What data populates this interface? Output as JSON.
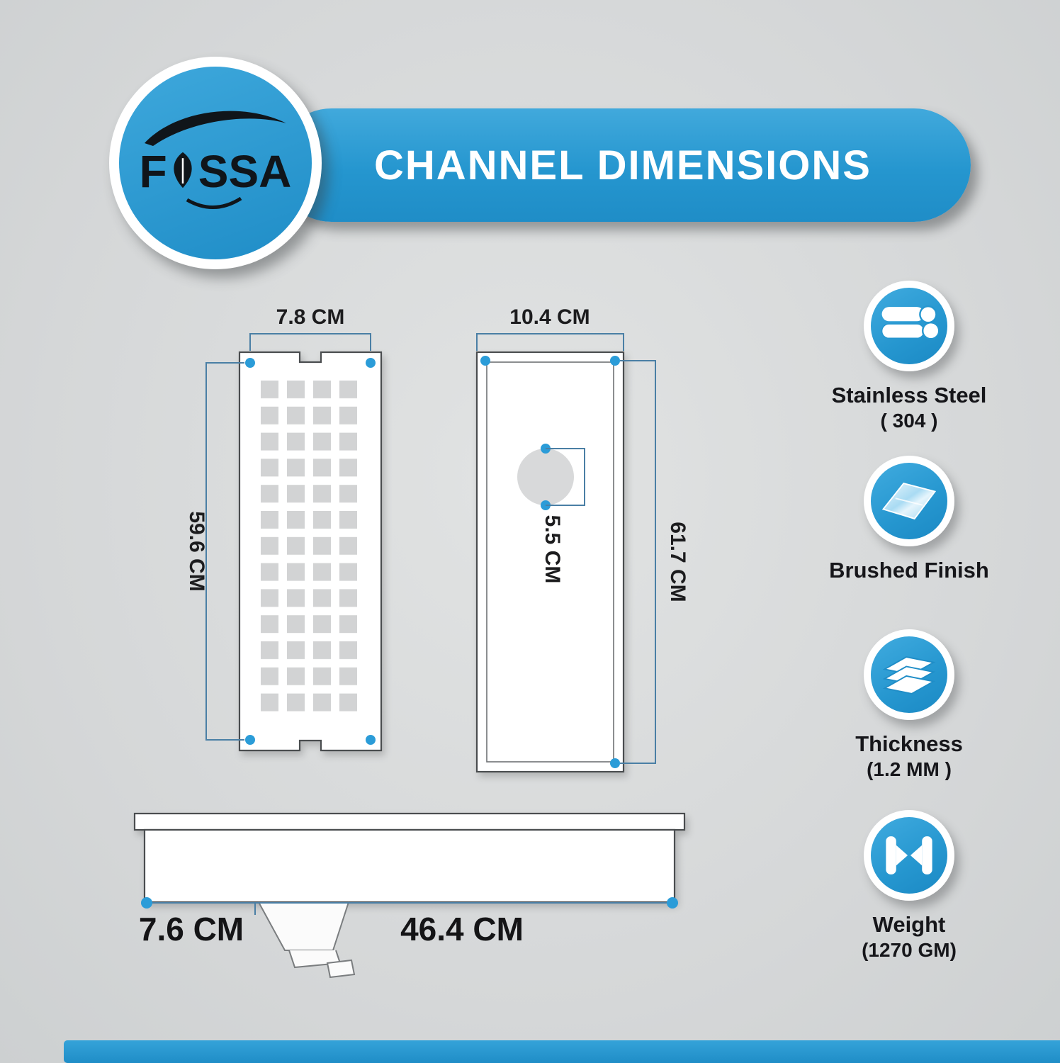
{
  "header": {
    "title": "CHANNEL DIMENSIONS"
  },
  "brand": {
    "wordmark_left": "F",
    "wordmark_right": "SSA",
    "logo_icons": [
      "swoosh-icon",
      "leaf-icon"
    ]
  },
  "diagrams": {
    "grate": {
      "width": "7.8 CM",
      "height": "59.6 CM"
    },
    "frame": {
      "width": "10.4 CM",
      "height": "61.7 CM",
      "drain_hole": "5.5 CM"
    },
    "side_view": {
      "left_width": "7.6 CM",
      "right_width": "46.4 CM"
    }
  },
  "features": [
    {
      "icon": "pipes-icon",
      "title": "Stainless Steel",
      "subtitle": "( 304 )"
    },
    {
      "icon": "brushed-sheet-icon",
      "title": "Brushed Finish",
      "subtitle": ""
    },
    {
      "icon": "layers-icon",
      "title": "Thickness",
      "subtitle": "(1.2 MM )"
    },
    {
      "icon": "dumbbell-icon",
      "title": "Weight",
      "subtitle": "(1270 GM)"
    }
  ],
  "colors": {
    "accent": "#2b9cd8",
    "accent_dark": "#1f8dc7",
    "background": "#d8dadb",
    "dimension_line": "#4a7fa5",
    "text": "#1d1d1f"
  }
}
